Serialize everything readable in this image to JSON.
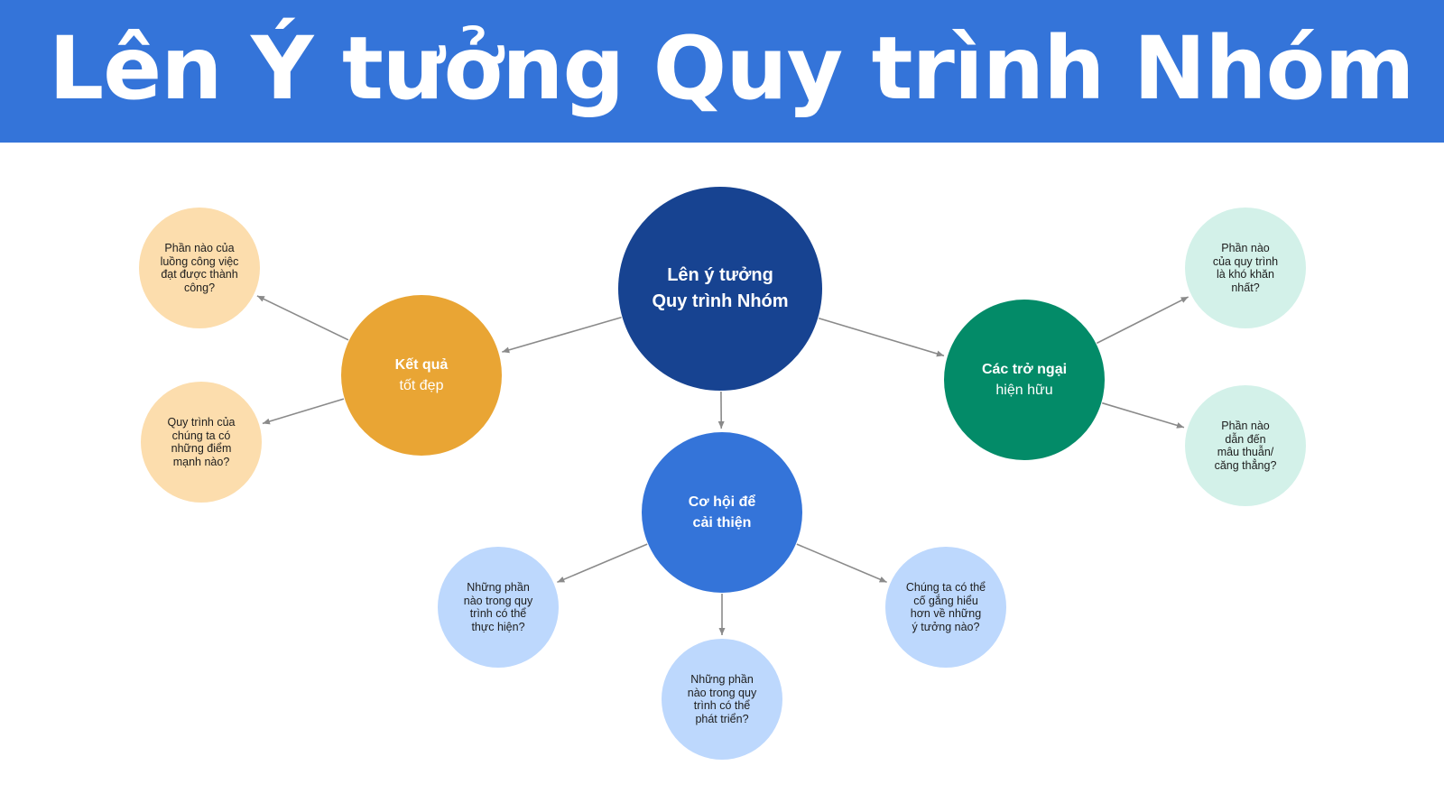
{
  "title": "Lên Ý tưởng Quy trình Nhóm",
  "colors": {
    "header": "#3474d9",
    "center": "#174391",
    "success": "#e9a534",
    "success_light": "#fcddad",
    "obstacle": "#038b68",
    "obstacle_light": "#d3f1e9",
    "opportunity": "#3474d9",
    "opportunity_light": "#bdd8fd",
    "connector": "#8a8a8a"
  },
  "center": {
    "line1": "Lên ý tưởng",
    "line2": "Quy trình Nhóm"
  },
  "branches": {
    "success": {
      "line1": "Kết quả",
      "line2": "tốt đẹp",
      "questions": [
        [
          "Phần nào của",
          "luồng công việc",
          "đạt được thành",
          "công?"
        ],
        [
          "Quy trình của",
          "chúng ta có",
          "những điểm",
          "mạnh nào?"
        ]
      ]
    },
    "obstacles": {
      "line1": "Các trở ngại",
      "line2": "hiện hữu",
      "questions": [
        [
          "Phần nào",
          "của quy trình",
          "là khó khăn",
          "nhất?"
        ],
        [
          "Phần nào",
          "dẫn đến",
          "mâu thuẫn/",
          "căng thẳng?"
        ]
      ]
    },
    "opportunities": {
      "line1": "Cơ hội để",
      "line2": "cải thiện",
      "questions": [
        [
          "Những phần",
          "nào trong quy",
          "trình có thể",
          "thực hiện?"
        ],
        [
          "Những phần",
          "nào trong quy",
          "trình có thể",
          "phát triển?"
        ],
        [
          "Chúng ta có thể",
          "cố gắng hiểu",
          "hơn về những",
          "ý tưởng nào?"
        ]
      ]
    }
  }
}
